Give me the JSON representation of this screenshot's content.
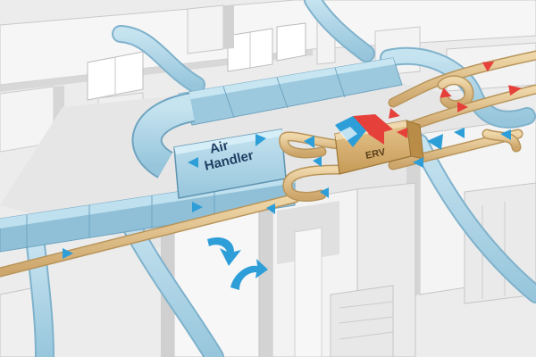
{
  "diagram": {
    "air_handler_label": {
      "line1": "Air",
      "line2": "Handler"
    },
    "erv_label": "ERV",
    "colors": {
      "supply_duct": "#acd4e6",
      "supply_duct_edge": "#7fb2cc",
      "fresh_air_pipe": "#e4c690",
      "fresh_air_pipe_edge": "#b8955b",
      "wall": "#f1f1f1",
      "wall_shadow": "#d4d4d4",
      "floor": "#e3e3e3",
      "erv_box": "#d9b274",
      "cool_arrow": "#2e9ed8",
      "warm_arrow": "#e5403a"
    },
    "icons": {
      "air_handler_vent": "chevron-arrow-icon",
      "erv_exchange": "heat-exchange-icon"
    }
  }
}
